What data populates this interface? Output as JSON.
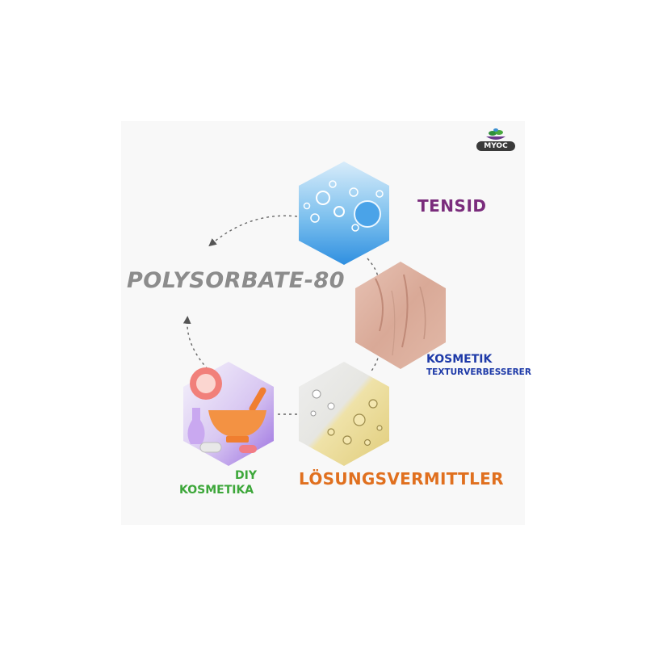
{
  "diagram": {
    "title": "POLYSORBATE-80",
    "labels": {
      "tensid": "TENSID",
      "kosmetik": "KOSMETIK",
      "texturverbesserer": "TEXTURVERBESSERER",
      "loesungsvermittler": "LÖSUNGSVERMITTLER",
      "diy": "DIY",
      "kosmetika": "KOSMETIKA"
    },
    "colors": {
      "title": "#8c8c8c",
      "tensid": "#7a2c7c",
      "kosmetik": "#1e3aa8",
      "loesungsvermittler": "#e0701f",
      "diy": "#3da73a"
    },
    "icons": [
      "foam-bubbles-image",
      "skin-texture-image",
      "oil-bubbles-image",
      "mortar-pestle-image"
    ]
  },
  "logo": {
    "text": "MYOC"
  }
}
